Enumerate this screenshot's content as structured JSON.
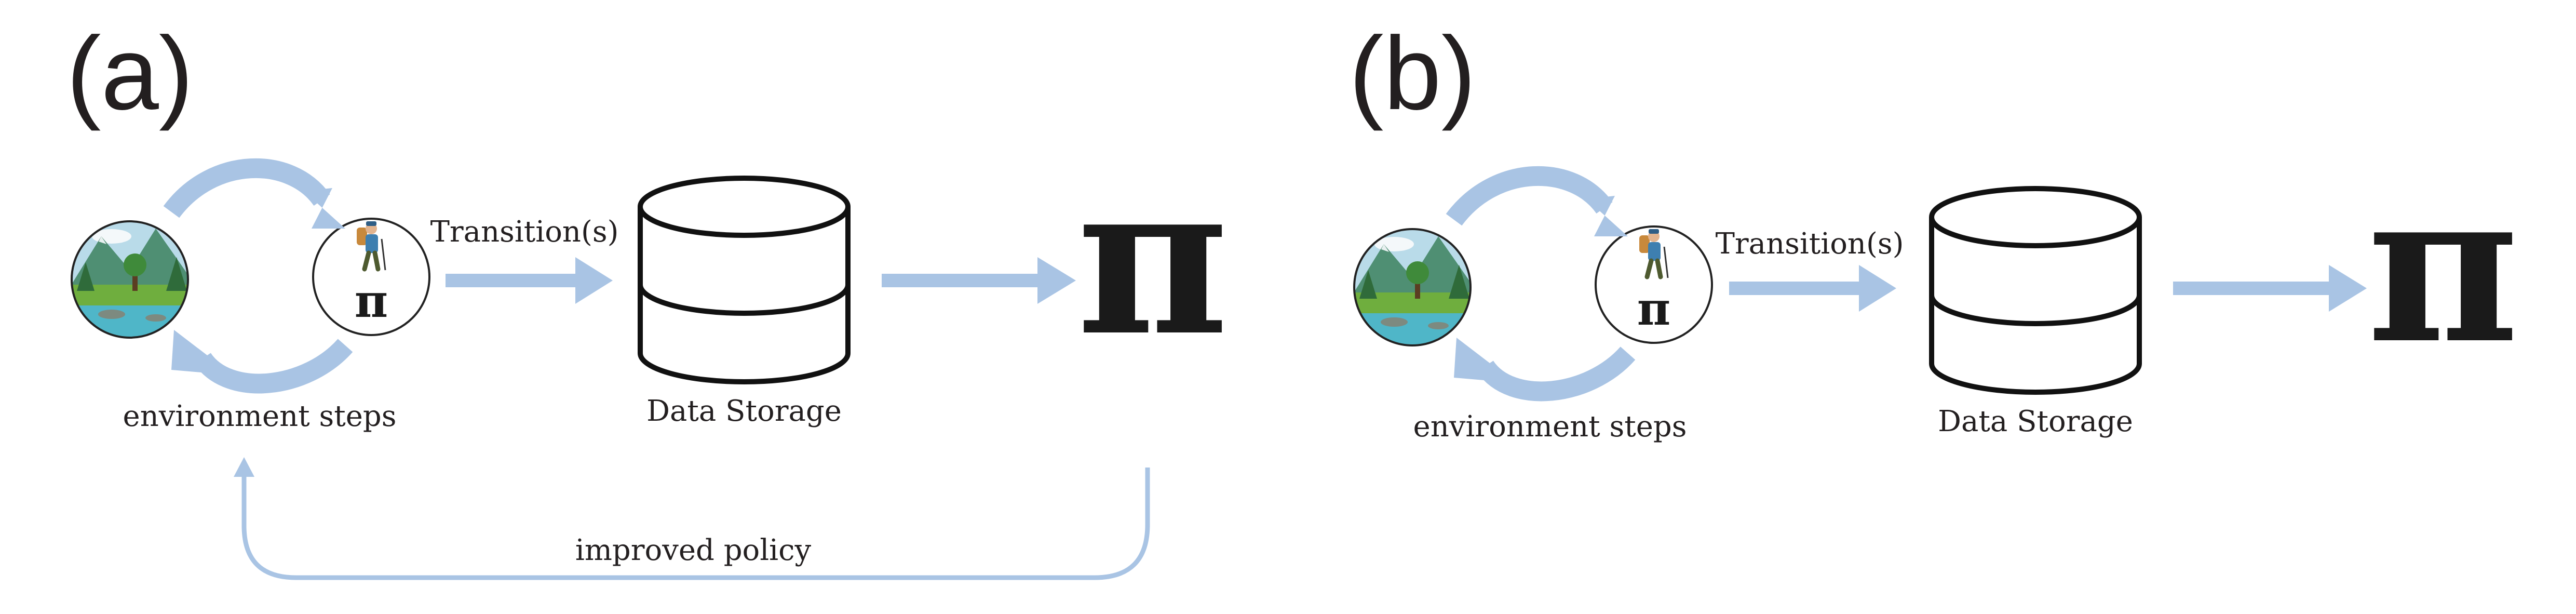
{
  "colors": {
    "arrow": "#a9c4e4",
    "ink": "#231f20",
    "sky": "#b9dbe9",
    "grass": "#6fae3e",
    "water": "#4fb6c8",
    "mountain": "#4f8f73"
  },
  "icons": {
    "environment": "landscape-icon",
    "agent": "hiker-icon",
    "storage": "database-cylinder-icon",
    "policy": "pi-symbol"
  },
  "panel_a": {
    "label": "(a)",
    "transition_label": "Transition(s)",
    "env_steps_label": "environment steps",
    "storage_label": "Data Storage",
    "agent_symbol": "π",
    "policy_symbol": "π",
    "feedback_label": "improved policy"
  },
  "panel_b": {
    "label": "(b)",
    "transition_label": "Transition(s)",
    "env_steps_label": "environment steps",
    "storage_label": "Data Storage",
    "agent_symbol": "π",
    "policy_symbol": "π"
  }
}
